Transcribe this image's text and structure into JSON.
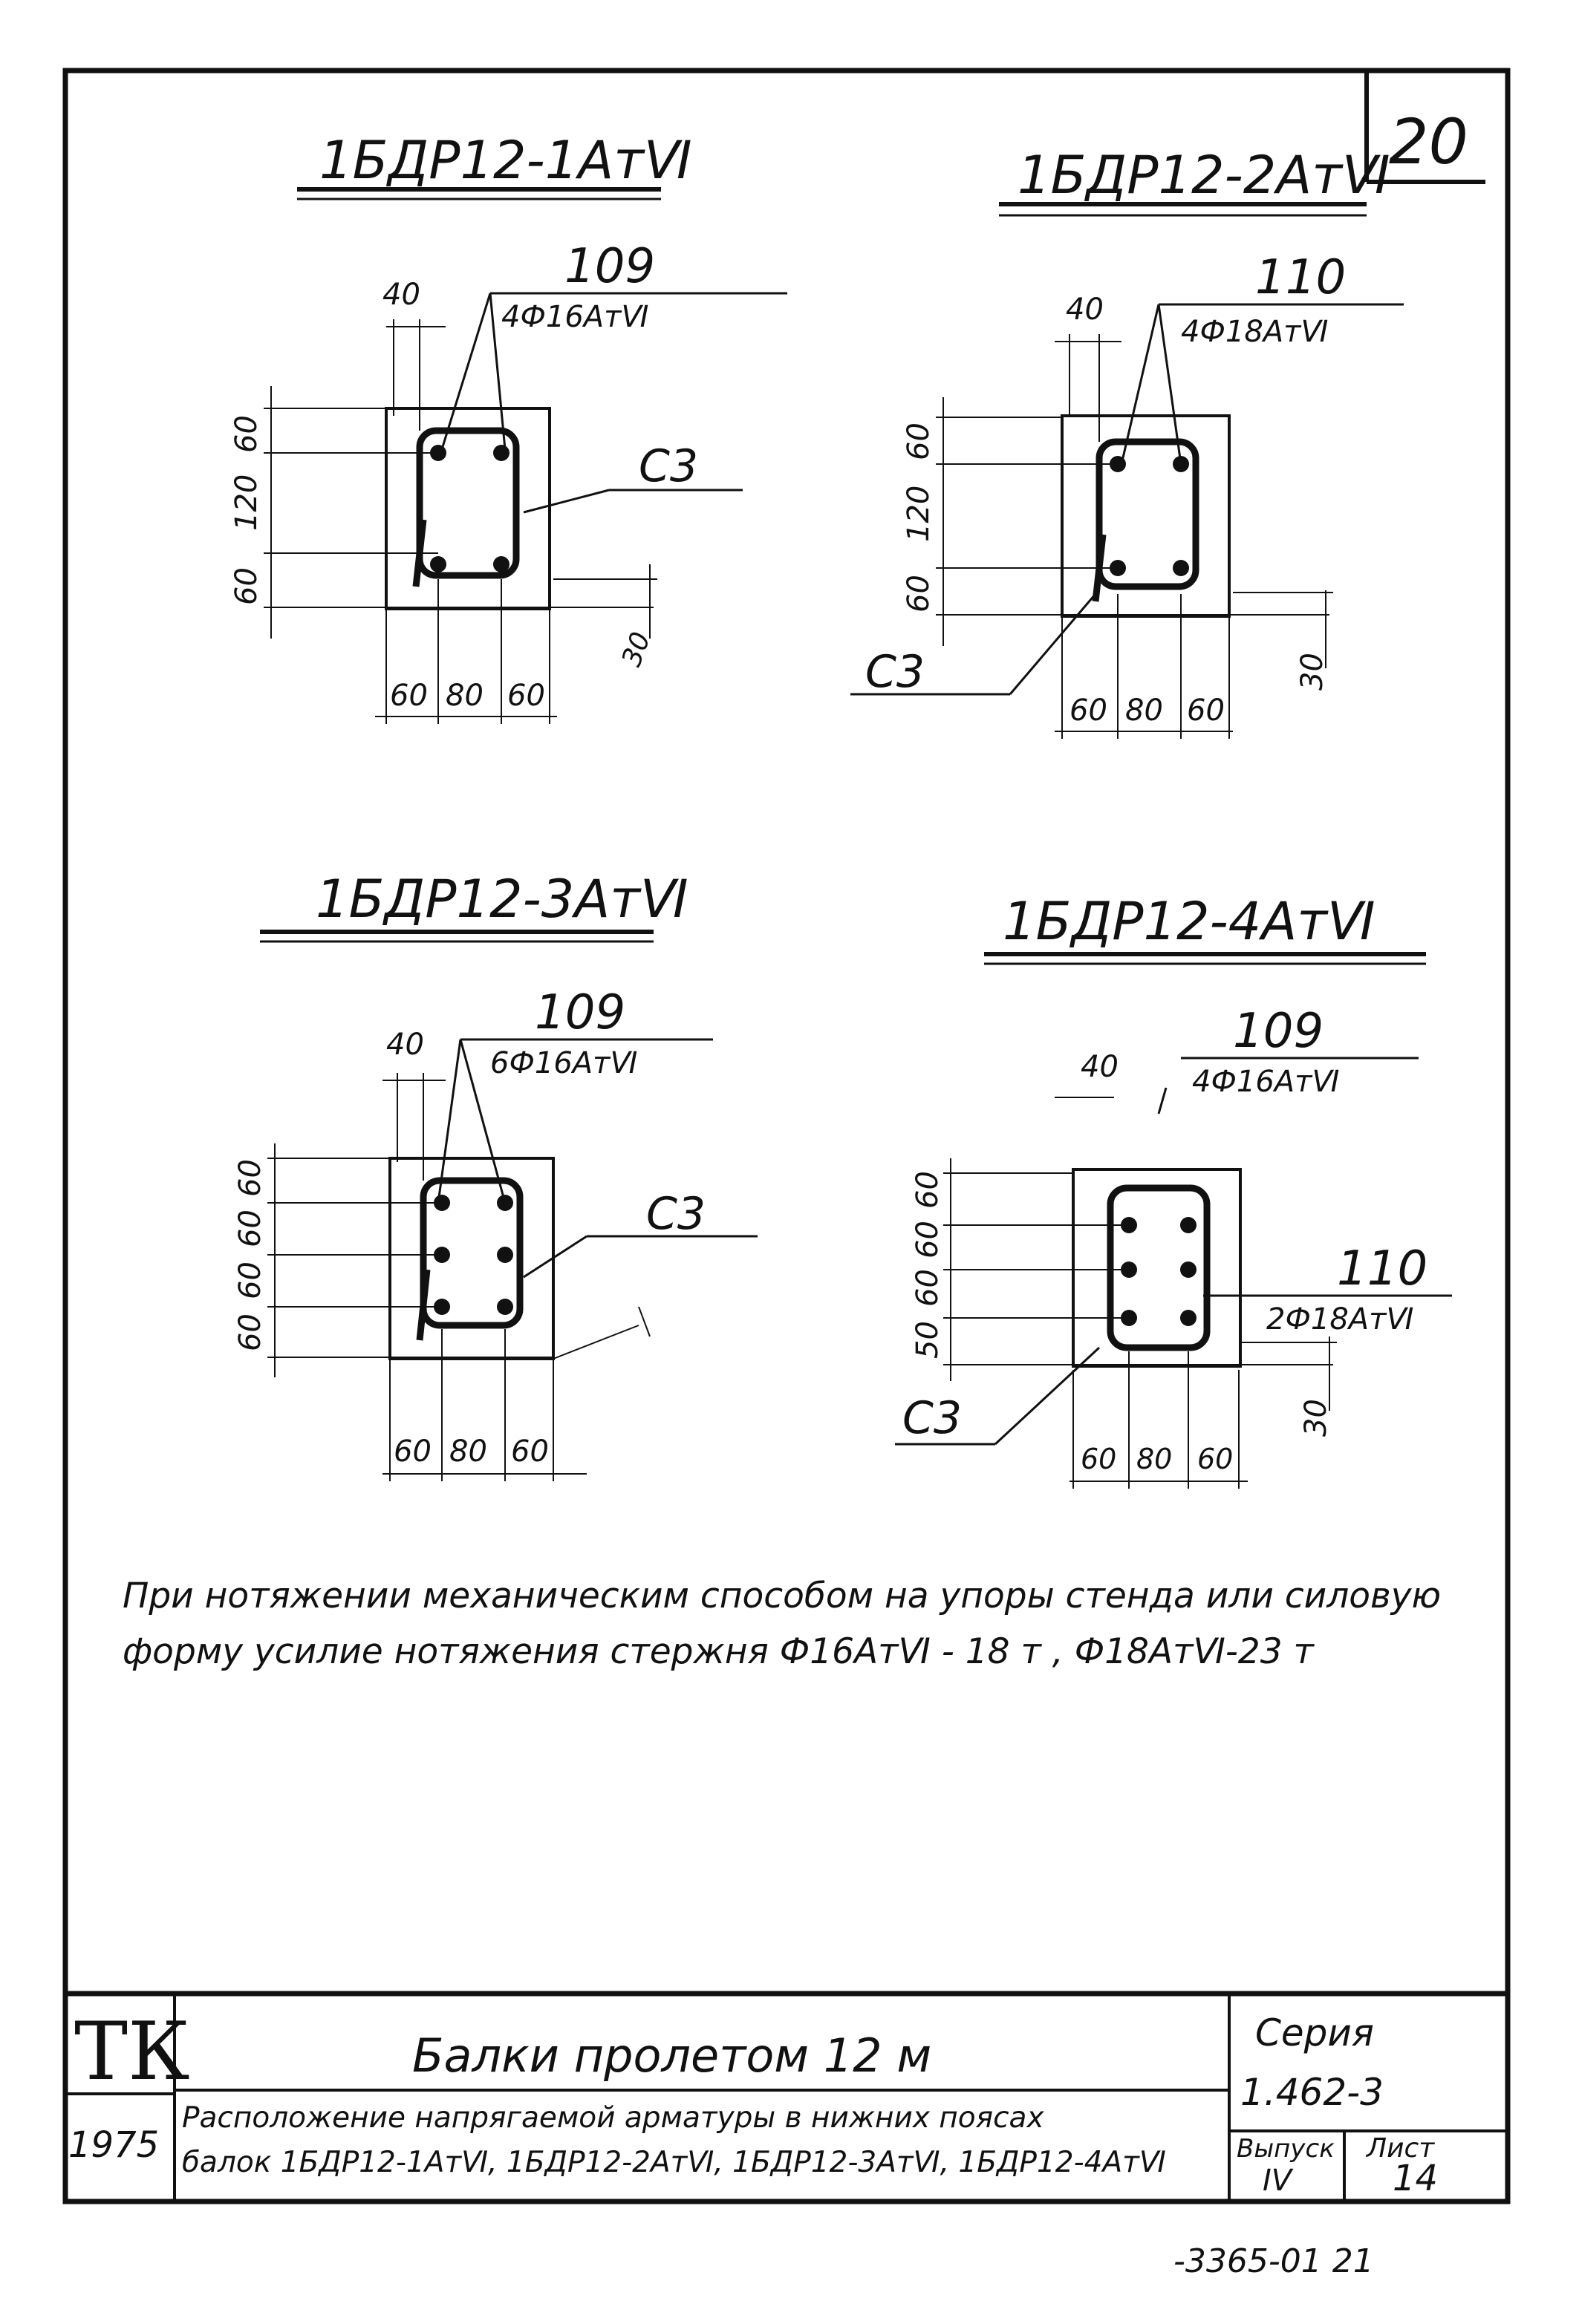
{
  "sheet": {
    "sheet_number": "20",
    "note_line1": "При нотяжении механическим способом на упоры стенда или силовую",
    "note_line2": "форму усилие нотяжения стержня Ф16АтⅥ - 18 т ,  Ф18АтⅥ-23 т",
    "archive_number": "-3365-01  21"
  },
  "sections": [
    {
      "title": "1БДР12-1АтⅥ",
      "callout_mark": "109",
      "callout_spec": "4Ф16АтⅥ",
      "stirrup_label": "С3",
      "dim_top": "40",
      "dims_left": [
        "60",
        "120",
        "60"
      ],
      "dim_right": "30",
      "dims_bottom": [
        "60",
        "80",
        "60"
      ],
      "bars_count": 4
    },
    {
      "title": "1БДР12-2АтⅥ",
      "callout_mark": "110",
      "callout_spec": "4Ф18АтⅥ",
      "stirrup_label": "С3",
      "dim_top": "40",
      "dims_left": [
        "60",
        "120",
        "60"
      ],
      "dim_right": "30",
      "dims_bottom": [
        "60",
        "80",
        "60"
      ],
      "bars_count": 4
    },
    {
      "title": "1БДР12-3АтⅥ",
      "callout_mark": "109",
      "callout_spec": "6Ф16АтⅥ",
      "stirrup_label": "С3",
      "dim_top": "40",
      "dims_left": [
        "60",
        "60",
        "60",
        "60"
      ],
      "dims_bottom": [
        "60",
        "80",
        "60"
      ],
      "bars_count": 6
    },
    {
      "title": "1БДР12-4АтⅥ",
      "callout_mark": "109",
      "callout_spec": "4Ф16АтⅥ",
      "callout2_mark": "110",
      "callout2_spec": "2Ф18АтⅥ",
      "stirrup_label": "С3",
      "dim_top": "40",
      "dims_left": [
        "60",
        "60",
        "60",
        "50"
      ],
      "dim_right": "30",
      "dims_bottom": [
        "60",
        "80",
        "60"
      ],
      "bars_count": 6
    }
  ],
  "title_block": {
    "logo": "ТК",
    "year": "1975",
    "title": "Балки пролетом 12 м",
    "description_line1": "Расположение напрягаемой арматуры в нижних поясах",
    "description_line2": "балок 1БДР12-1АтⅥ, 1БДР12-2АтⅥ, 1БДР12-3АтⅥ, 1БДР12-4АтⅥ",
    "series_label": "Серия",
    "series_value": "1.462-3",
    "issue_label": "Выпуск",
    "issue_value": "IV",
    "sheet_label": "Лист",
    "sheet_value": "14"
  }
}
